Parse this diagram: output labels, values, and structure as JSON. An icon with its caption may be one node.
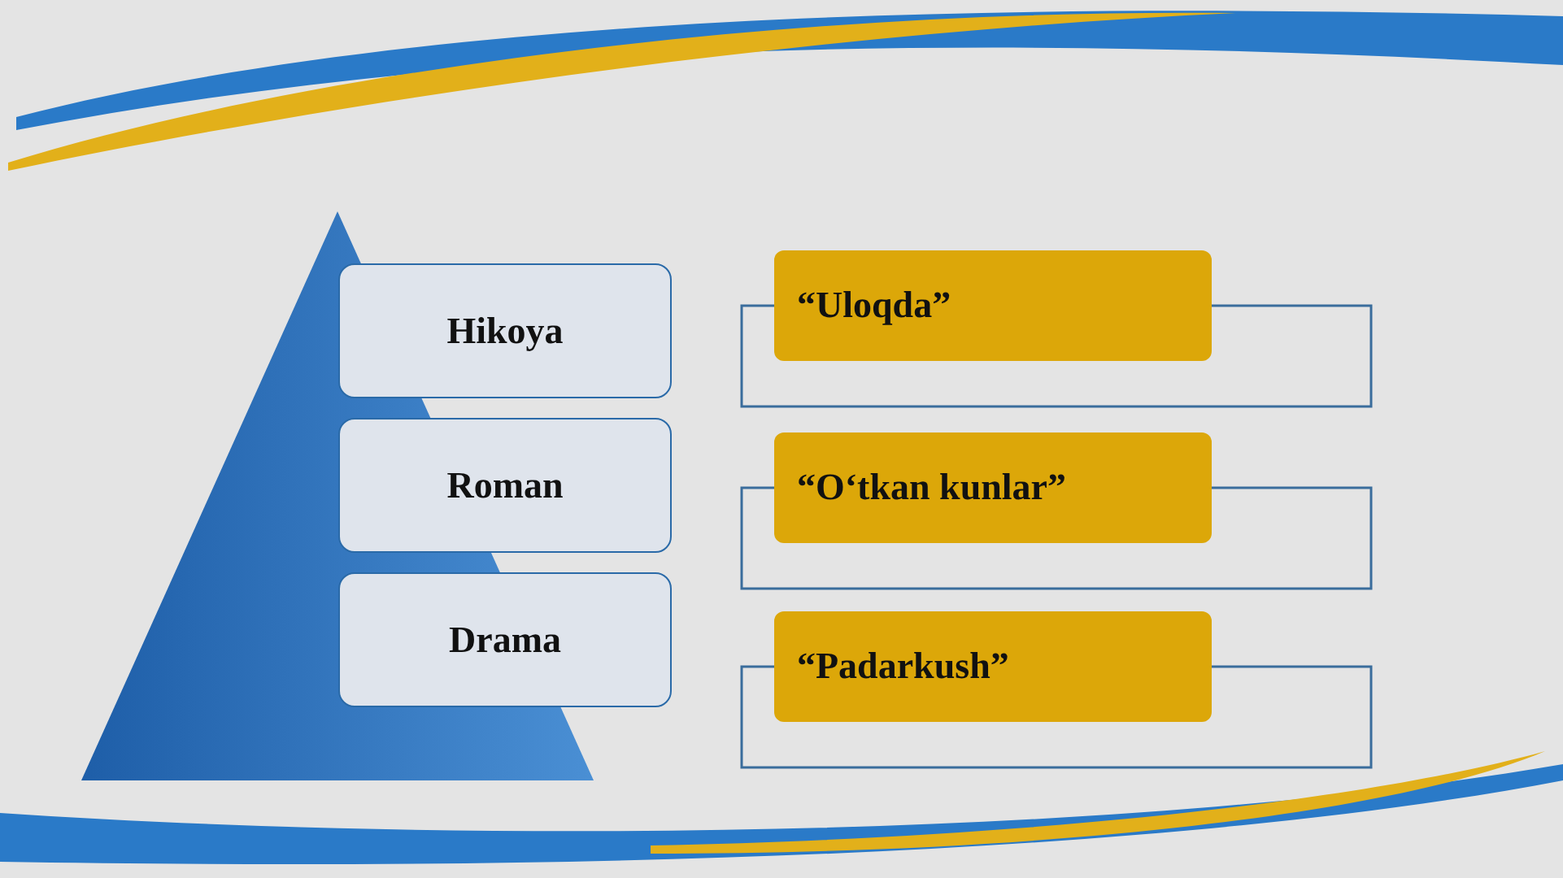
{
  "diagram": {
    "nodes": [
      {
        "text": [],
        "shape": "triangle"
      },
      {
        "text": [
          "Hikoya"
        ]
      },
      {
        "text": [
          "Roman"
        ]
      },
      {
        "text": [
          "Drama"
        ]
      },
      {
        "text": [
          "“Uloqda”"
        ]
      },
      {
        "text": [
          "“O‘tkan kunlar”"
        ]
      },
      {
        "text": [
          "“Padarkush”"
        ]
      }
    ]
  }
}
